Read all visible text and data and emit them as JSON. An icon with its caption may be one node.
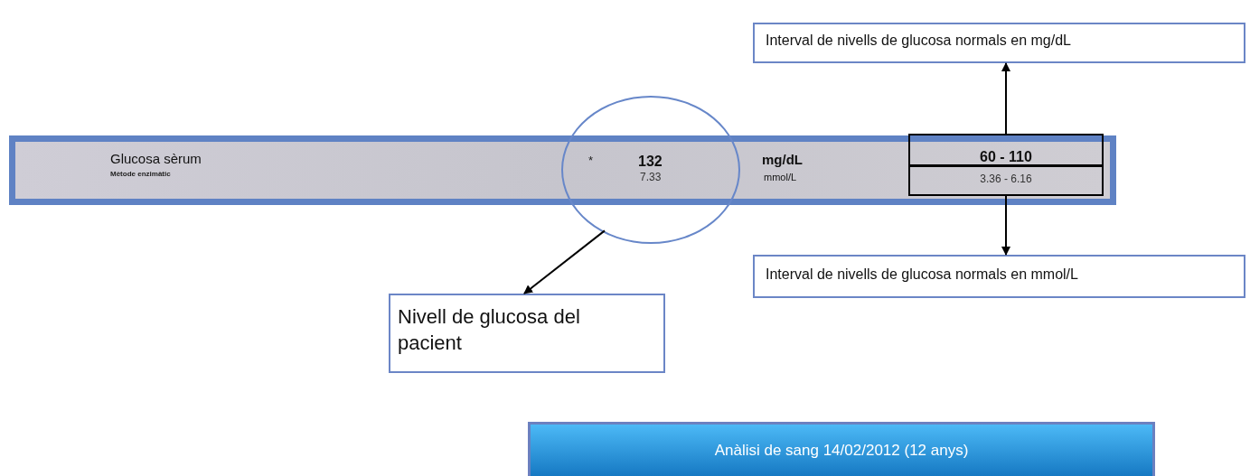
{
  "diagram": {
    "nodes": [
      {
        "text": [
          "Glucosa sèrum",
          "Mètode enzimàtic"
        ]
      },
      {
        "text": [
          "*",
          "132",
          "7.33"
        ]
      },
      {
        "text": [
          "60 - 110"
        ],
        "in": 0
      },
      {
        "text": [
          "3.36 - 6.16"
        ],
        "in": 0
      },
      {
        "text": [
          "Interval de nivells de glucosa normals en mg/dL"
        ]
      },
      {
        "text": [
          "Interval de nivells de glucosa normals en mmol/L"
        ]
      },
      {
        "text": [
          "Nivell de glucosa del pacient"
        ]
      },
      {
        "text": [
          "Anàlisi de sang 14/02/2012 (12 anys)"
        ]
      }
    ],
    "edges": [
      {
        "from": 2,
        "to": 4,
        "arrow": "to"
      },
      {
        "from": 3,
        "to": 5,
        "arrow": "to"
      },
      {
        "from": 1,
        "to": 6,
        "arrow": "to"
      }
    ],
    "labels": [
      "mg/dL",
      "mmol/L"
    ]
  }
}
